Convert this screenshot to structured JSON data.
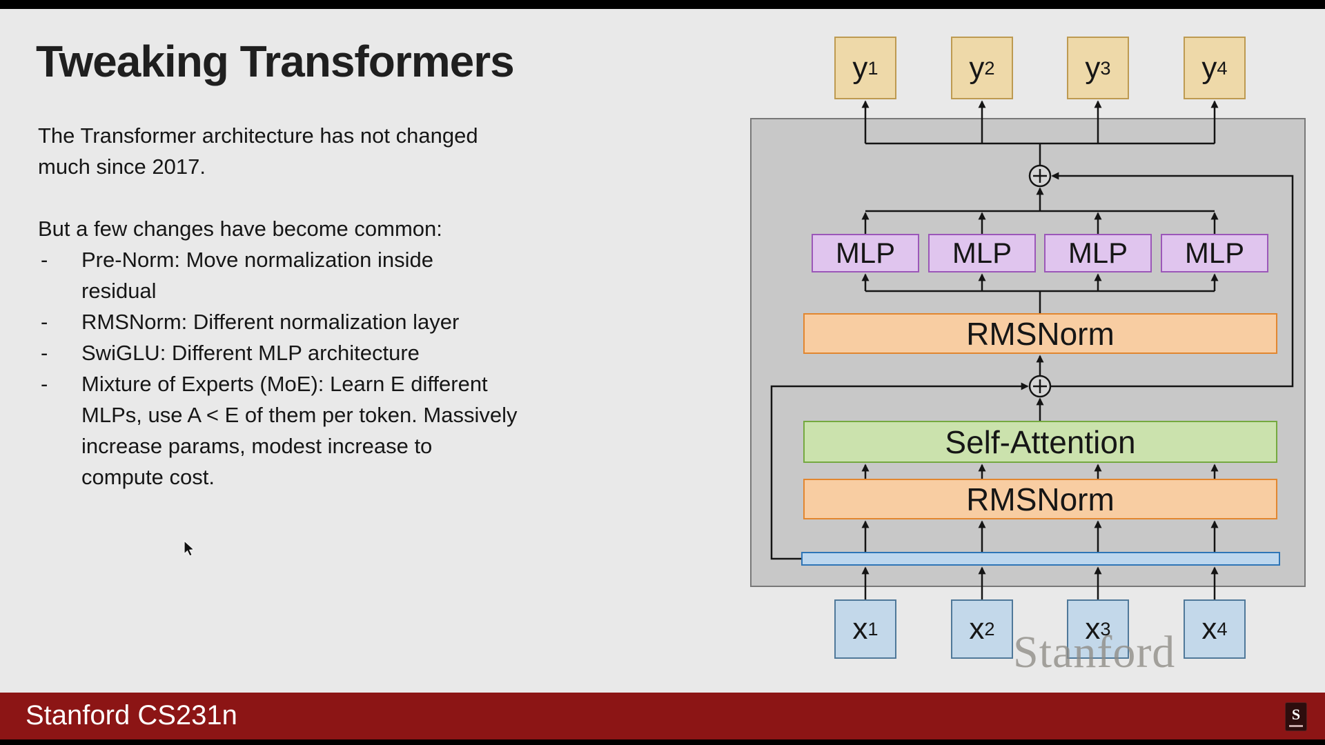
{
  "slide": {
    "title": "Tweaking Transformers",
    "intro": "The Transformer architecture has not changed\nmuch since 2017.",
    "lead_in": "But a few changes have become common:",
    "bullet_marker": "-",
    "bullets": [
      "Pre-Norm: Move normalization inside\nresidual",
      "RMSNorm: Different normalization layer",
      "SwiGLU: Different MLP architecture",
      "Mixture of Experts (MoE): Learn E different\nMLPs, use A < E of them per token. Massively\nincrease params, modest increase to\ncompute cost."
    ]
  },
  "diagram": {
    "outputs": [
      {
        "base": "y",
        "sub": "1"
      },
      {
        "base": "y",
        "sub": "2"
      },
      {
        "base": "y",
        "sub": "3"
      },
      {
        "base": "y",
        "sub": "4"
      }
    ],
    "inputs": [
      {
        "base": "x",
        "sub": "1"
      },
      {
        "base": "x",
        "sub": "2"
      },
      {
        "base": "x",
        "sub": "3"
      },
      {
        "base": "x",
        "sub": "4"
      }
    ],
    "mlp_boxes": [
      "MLP",
      "MLP",
      "MLP",
      "MLP"
    ],
    "rmsnorm_upper": "RMSNorm",
    "self_attention": "Self-Attention",
    "rmsnorm_lower": "RMSNorm",
    "watermark": "Stanford",
    "colors": {
      "block_bg": "#c8c8c8",
      "output_fill": "#eed9a9",
      "output_border": "#bd9a51",
      "mlp_fill": "#e0c5ee",
      "mlp_border": "#9b57b8",
      "rmsnorm_fill": "#f8cda2",
      "rmsnorm_border": "#e2862f",
      "attention_fill": "#cbe2ad",
      "attention_border": "#74a93f",
      "embed_bar_fill": "#bdd7ee",
      "embed_bar_border": "#2e75b6",
      "input_fill": "#c3d8ea",
      "input_border": "#4f7899",
      "arrow": "#141414"
    }
  },
  "footer": {
    "course": "Stanford CS231n",
    "bar_color": "#8c1515",
    "logo_letter": "S"
  }
}
